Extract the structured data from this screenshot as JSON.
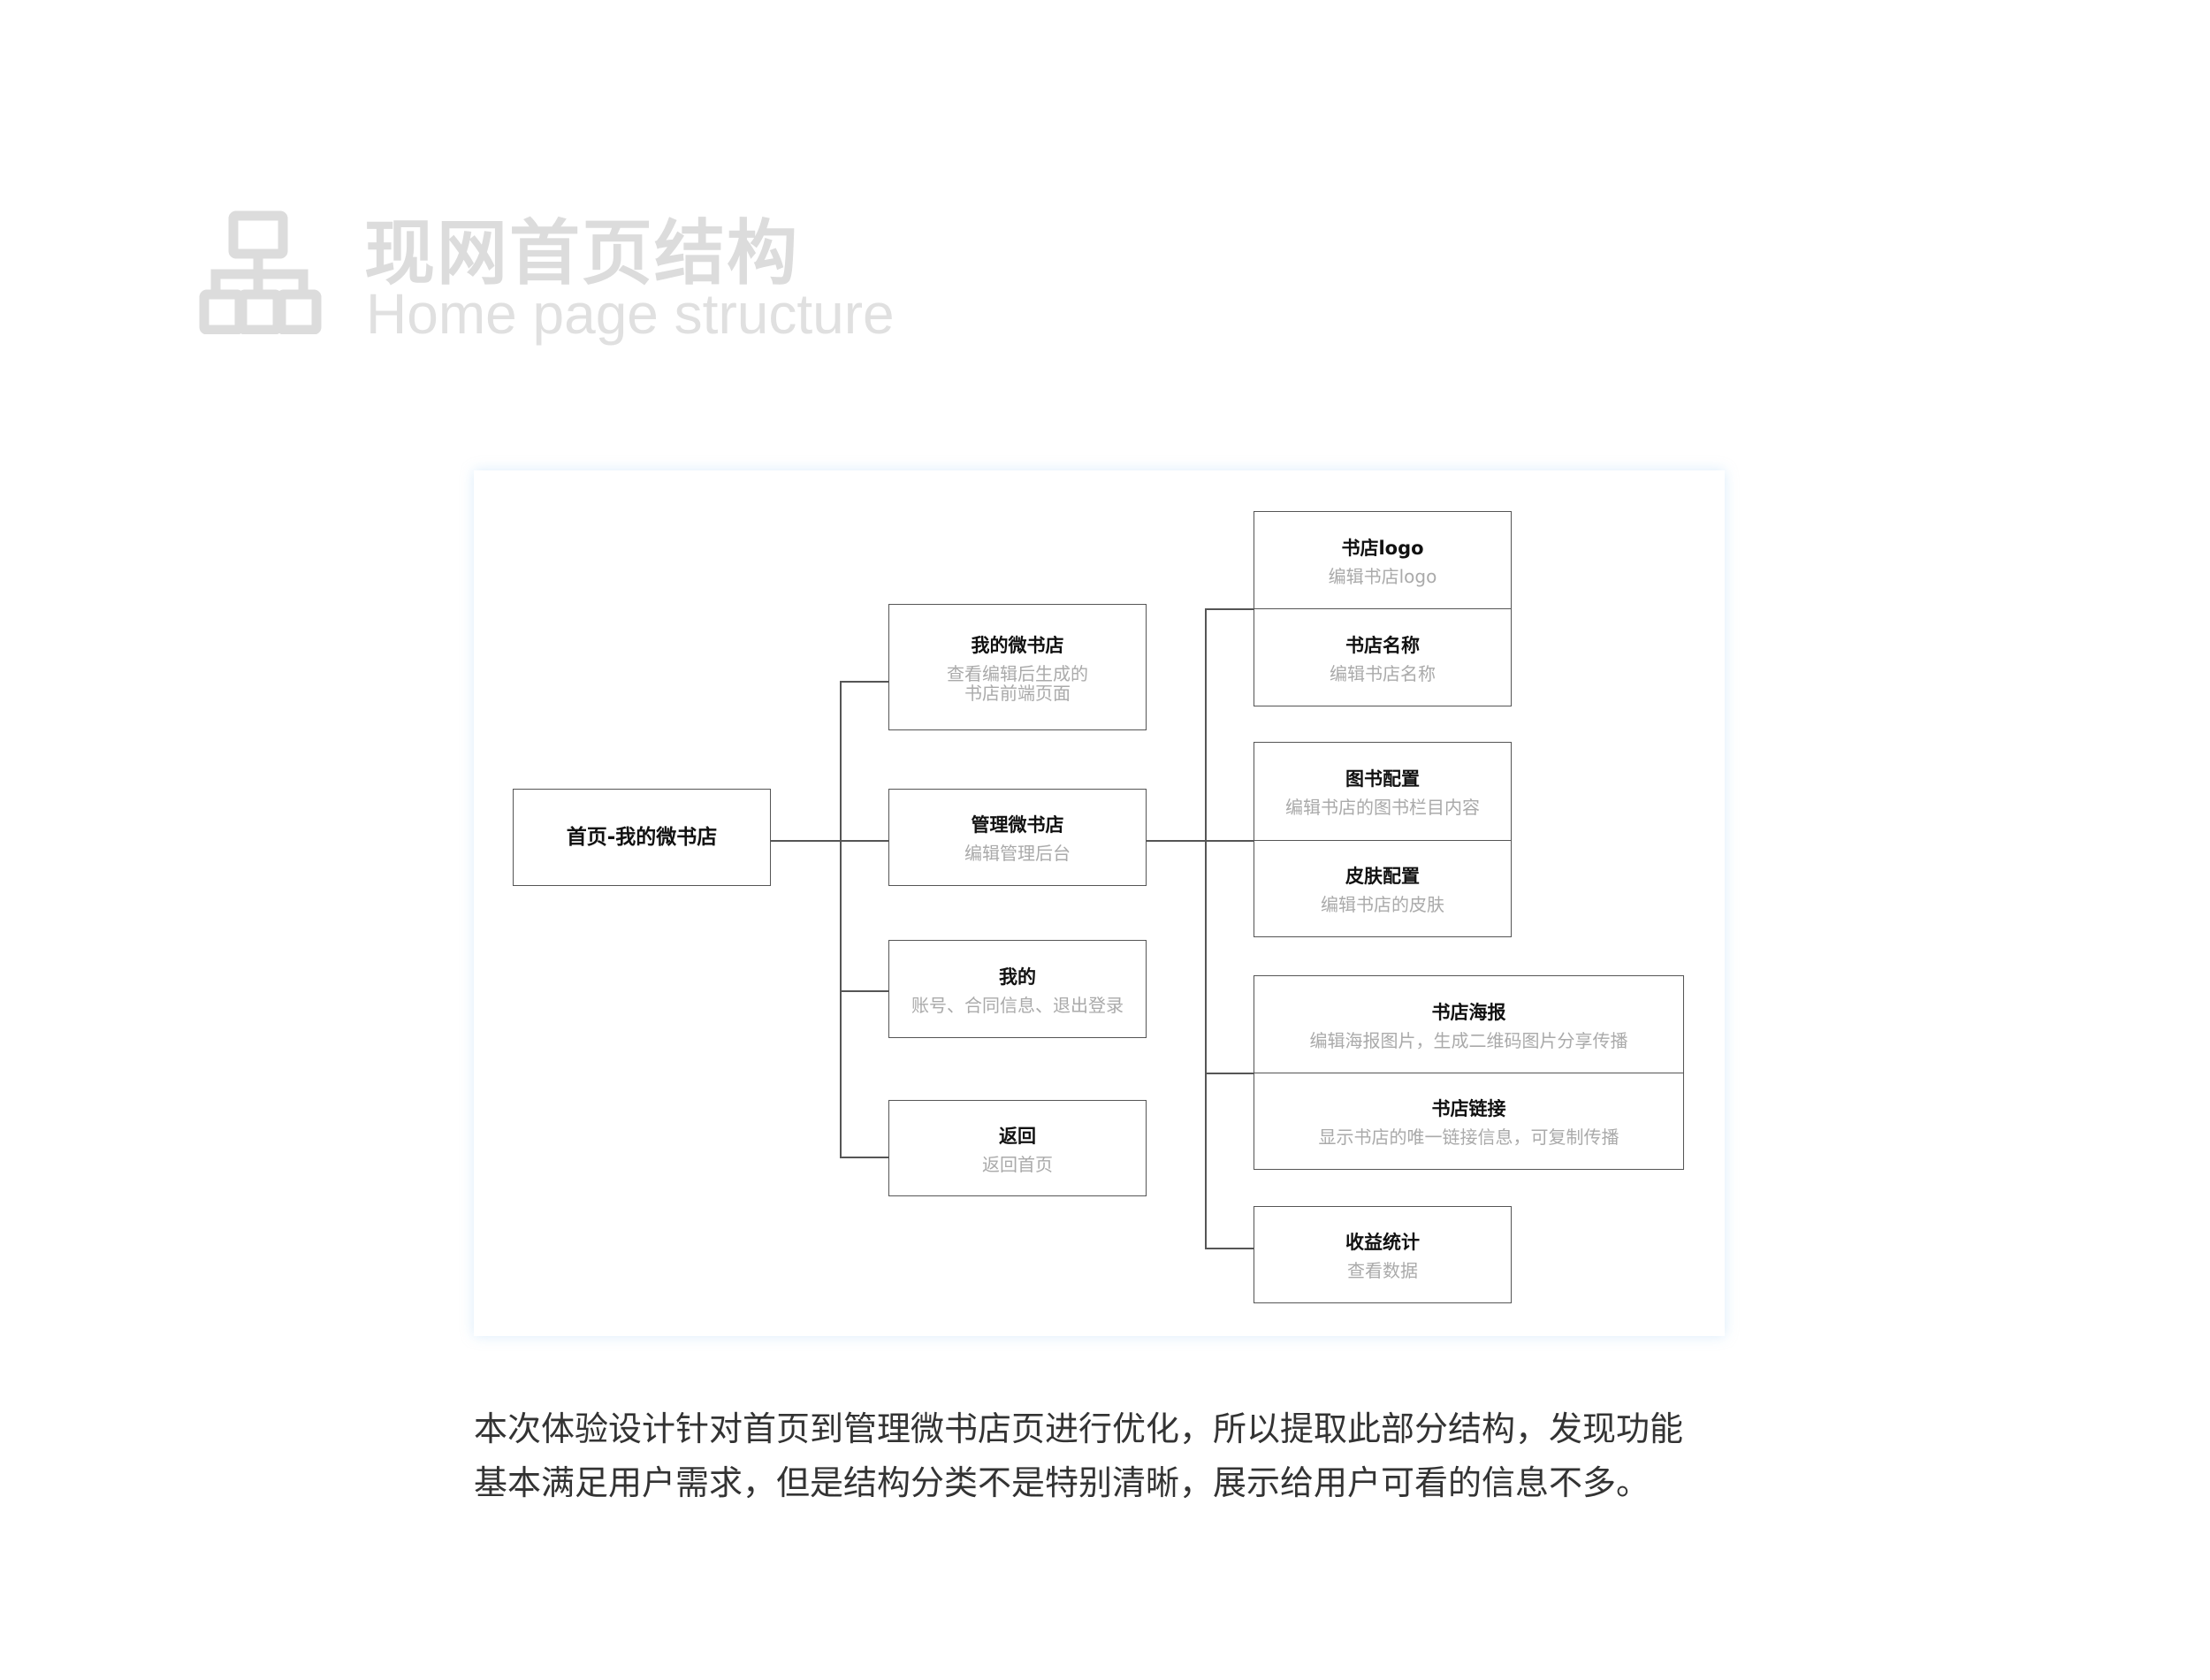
{
  "header": {
    "title_cn": "现网首页结构",
    "title_en": "Home page structure",
    "icon": "sitemap-icon"
  },
  "diagram": {
    "root": {
      "title": "首页-我的微书店"
    },
    "level1": [
      {
        "title": "我的微书店",
        "desc": "查看编辑后生成的\n书店前端页面"
      },
      {
        "title": "管理微书店",
        "desc": "编辑管理后台"
      },
      {
        "title": "我的",
        "desc": "账号、合同信息、退出登录"
      },
      {
        "title": "返回",
        "desc": "返回首页"
      }
    ],
    "level2": [
      {
        "title": "书店logo",
        "desc": "编辑书店logo"
      },
      {
        "title": "书店名称",
        "desc": "编辑书店名称"
      },
      {
        "title": "图书配置",
        "desc": "编辑书店的图书栏目内容"
      },
      {
        "title": "皮肤配置",
        "desc": "编辑书店的皮肤"
      },
      {
        "title": "书店海报",
        "desc": "编辑海报图片，生成二维码图片分享传播"
      },
      {
        "title": "书店链接",
        "desc": "显示书店的唯一链接信息，可复制传播"
      },
      {
        "title": "收益统计",
        "desc": "查看数据"
      }
    ]
  },
  "description": "本次体验设计针对首页到管理微书店页进行优化，所以提取此部分结构，发现功能基本满足用户需求，但是结构分类不是特别清晰，展示给用户可看的信息不多。"
}
